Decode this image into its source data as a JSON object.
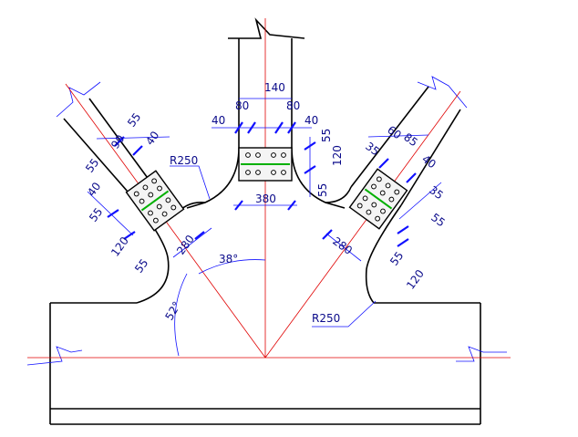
{
  "drawing": {
    "angles": {
      "a1": "38°",
      "a2": "52°"
    },
    "radii": {
      "top": "R250",
      "bottom": "R250"
    },
    "center": {
      "d40a": "40",
      "d80a": "80",
      "d140": "140",
      "d80b": "80",
      "d40b": "40",
      "d55": "55",
      "d120": "120",
      "d55b": "55",
      "d380": "380"
    },
    "left": {
      "d55": "55",
      "d40": "40",
      "d90": "90",
      "d55b": "55",
      "d40b": "40",
      "d55c": "55",
      "d120": "120",
      "d55d": "55",
      "d280": "280"
    },
    "right": {
      "d35": "35",
      "d60": "60",
      "d85": "85",
      "d40": "40",
      "d35b": "35",
      "d55": "55",
      "d280": "280",
      "d55b": "55",
      "d120": "120"
    }
  }
}
